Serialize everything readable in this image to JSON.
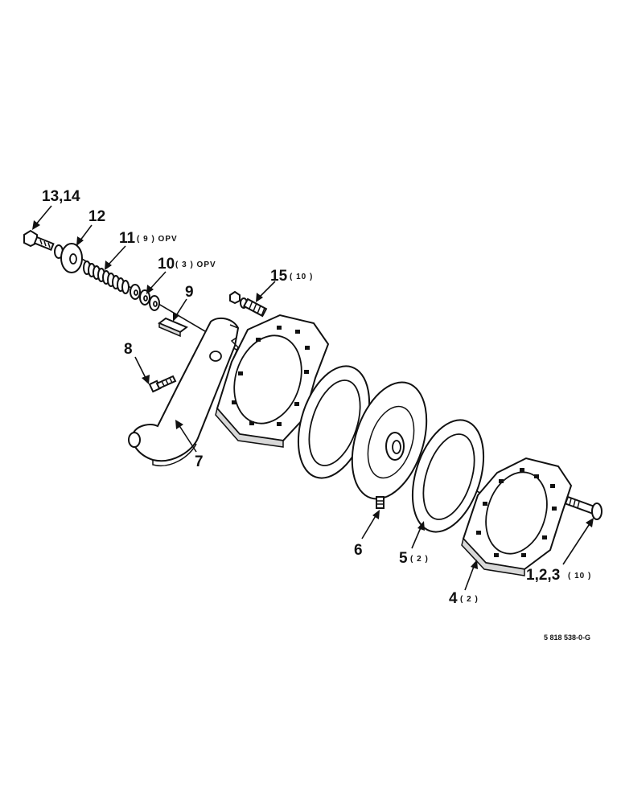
{
  "callouts": {
    "c1314": {
      "main": "13,14",
      "qty": ""
    },
    "c12": {
      "main": "12",
      "qty": ""
    },
    "c11": {
      "main": "11",
      "qty": "( 9 ) OPV"
    },
    "c10": {
      "main": "10",
      "qty": "( 3 ) OPV"
    },
    "c9": {
      "main": "9",
      "qty": ""
    },
    "c15": {
      "main": "15",
      "qty": "( 10 )"
    },
    "c8": {
      "main": "8",
      "qty": ""
    },
    "c7": {
      "main": "7",
      "qty": ""
    },
    "c6": {
      "main": "6",
      "qty": ""
    },
    "c5": {
      "main": "5",
      "qty": "( 2 )"
    },
    "c4": {
      "main": "4",
      "qty": "( 2 )"
    },
    "c123": {
      "main": "1,2,3",
      "qty": "( 10 )"
    }
  },
  "drawing_id": "5 818 538-0-G",
  "colors": {
    "ink": "#111111",
    "paper": "#ffffff"
  }
}
